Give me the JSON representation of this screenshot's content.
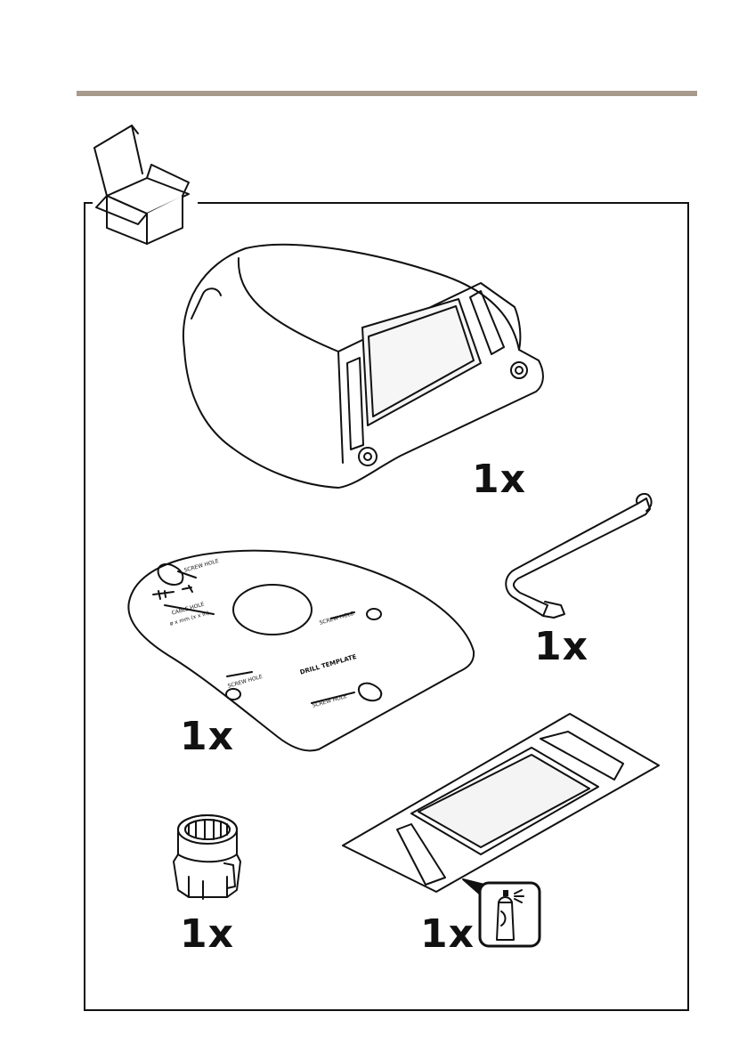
{
  "colors": {
    "rule": "#a79a8d",
    "line": "#111111",
    "fill": "#ffffff",
    "shade": "#f2f2f2"
  },
  "icons": [
    "open-box-icon",
    "camera-housing-icon",
    "drill-template-icon",
    "torx-key-icon",
    "socket-bit-icon",
    "protective-film-icon",
    "spray-can-icon"
  ],
  "items": {
    "camera": {
      "qty": "1x"
    },
    "key": {
      "qty": "1x"
    },
    "template": {
      "qty": "1x",
      "screw_hole": "SCREW HOLE",
      "cable_hole": "CABLE HOLE",
      "cable_size": "ø x mm (x x in)",
      "drill_template": "DRILL TEMPLATE"
    },
    "socket": {
      "qty": "1x"
    },
    "film": {
      "qty": "1x"
    }
  }
}
